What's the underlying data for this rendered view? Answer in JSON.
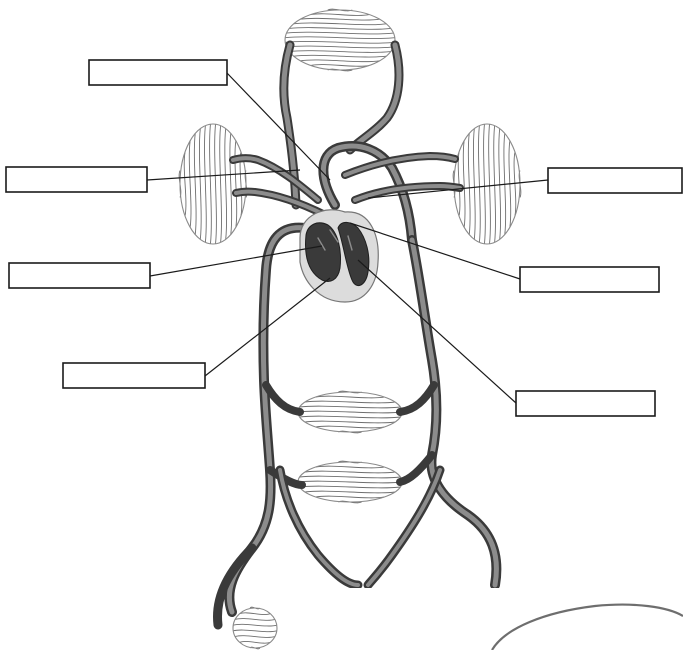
{
  "diagram": {
    "labels": [
      {
        "id": "label-1",
        "text": ""
      },
      {
        "id": "label-2",
        "text": ""
      },
      {
        "id": "label-3",
        "text": ""
      },
      {
        "id": "label-4",
        "text": ""
      },
      {
        "id": "label-5",
        "text": ""
      },
      {
        "id": "label-6",
        "text": ""
      },
      {
        "id": "label-7",
        "text": ""
      }
    ],
    "colors": {
      "vessel": "#3a3a3a",
      "capillary": "#6e6e6e",
      "heart": "#2e2e2e",
      "pericardium": "#dcdcdc",
      "box_stroke": "#1a1a1a"
    }
  }
}
